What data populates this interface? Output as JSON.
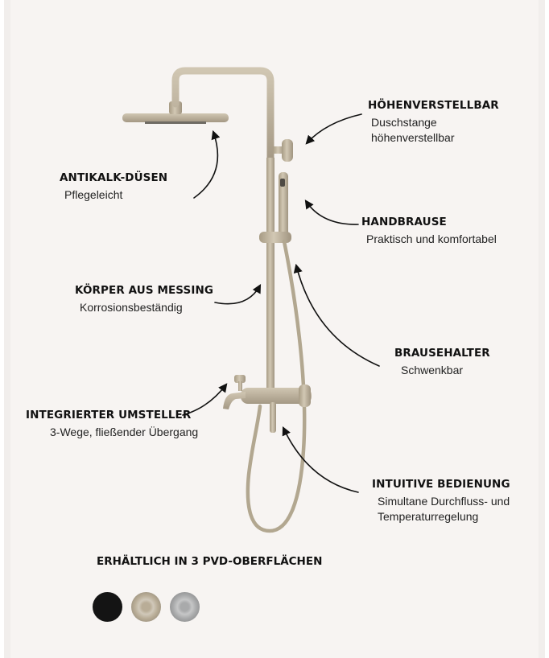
{
  "features": [
    {
      "id": "hoehenverstellbar",
      "title": "HÖHENVERSTELLBAR",
      "desc": [
        "Duschstange",
        "höhenverstellbar"
      ]
    },
    {
      "id": "antikalk",
      "title": "ANTIKALK-DÜSEN",
      "desc": [
        "Pflegeleicht"
      ]
    },
    {
      "id": "handbrause",
      "title": "HANDBRAUSE",
      "desc": [
        "Praktisch und komfortabel"
      ]
    },
    {
      "id": "messing",
      "title": "KÖRPER AUS MESSING",
      "desc": [
        "Korrosionsbeständig"
      ]
    },
    {
      "id": "brausehalter",
      "title": "BRAUSEHALTER",
      "desc": [
        "Schwenkbar"
      ]
    },
    {
      "id": "umsteller",
      "title": "INTEGRIERTER UMSTELLER",
      "desc": [
        "3-Wege, fließender Übergang"
      ]
    },
    {
      "id": "bedienung",
      "title": "INTUITIVE BEDIENUNG",
      "desc": [
        "Simultane Durchfluss- und",
        "Temperaturregelung"
      ]
    }
  ],
  "finishes": {
    "title": "ERHÄLTLICH IN 3 PVD-OBERFLÄCHEN",
    "swatches": [
      {
        "name": "black",
        "color": "#141414"
      },
      {
        "name": "brushed-brass",
        "color": "#b9ad97"
      },
      {
        "name": "brushed-steel",
        "color": "#a9aaab"
      }
    ]
  },
  "colors": {
    "background": "#f7f4f2",
    "fixture": "#bdb29c",
    "text": "#111111"
  }
}
